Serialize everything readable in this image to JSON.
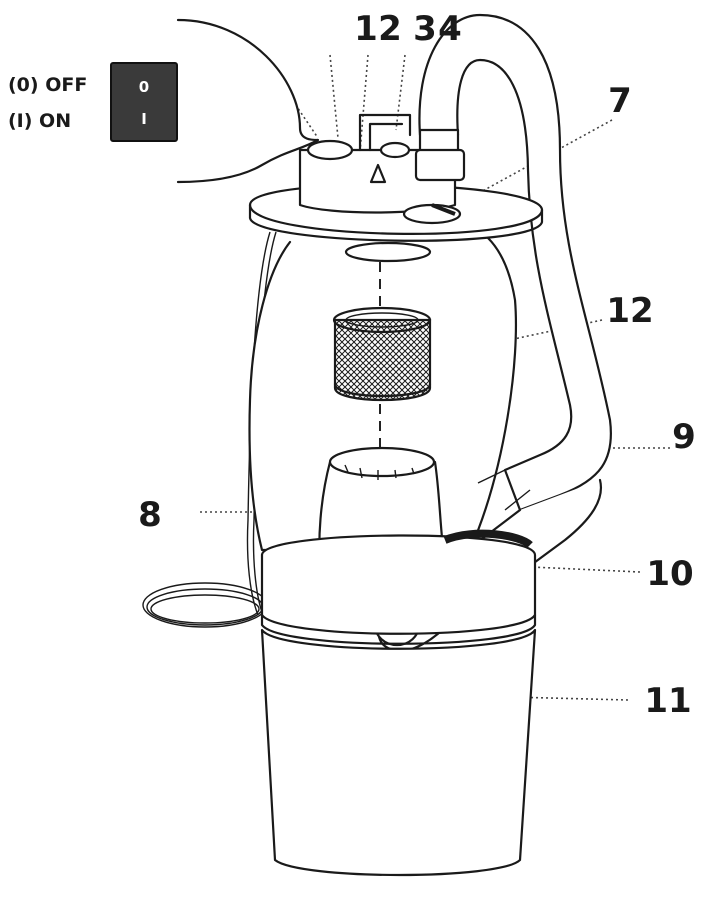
{
  "switch": {
    "off_label": "(0) OFF",
    "on_label": "(I) ON",
    "off_mark": "0",
    "on_mark": "I"
  },
  "callouts": {
    "c1": "1",
    "c2": "2",
    "c3": "3",
    "c4": "4",
    "c7": "7",
    "c12": "12",
    "c9": "9",
    "c8": "8",
    "c10": "10",
    "c11": "11"
  },
  "colors": {
    "ink": "#1a1a1a",
    "switch_body": "#3a3a3a"
  }
}
